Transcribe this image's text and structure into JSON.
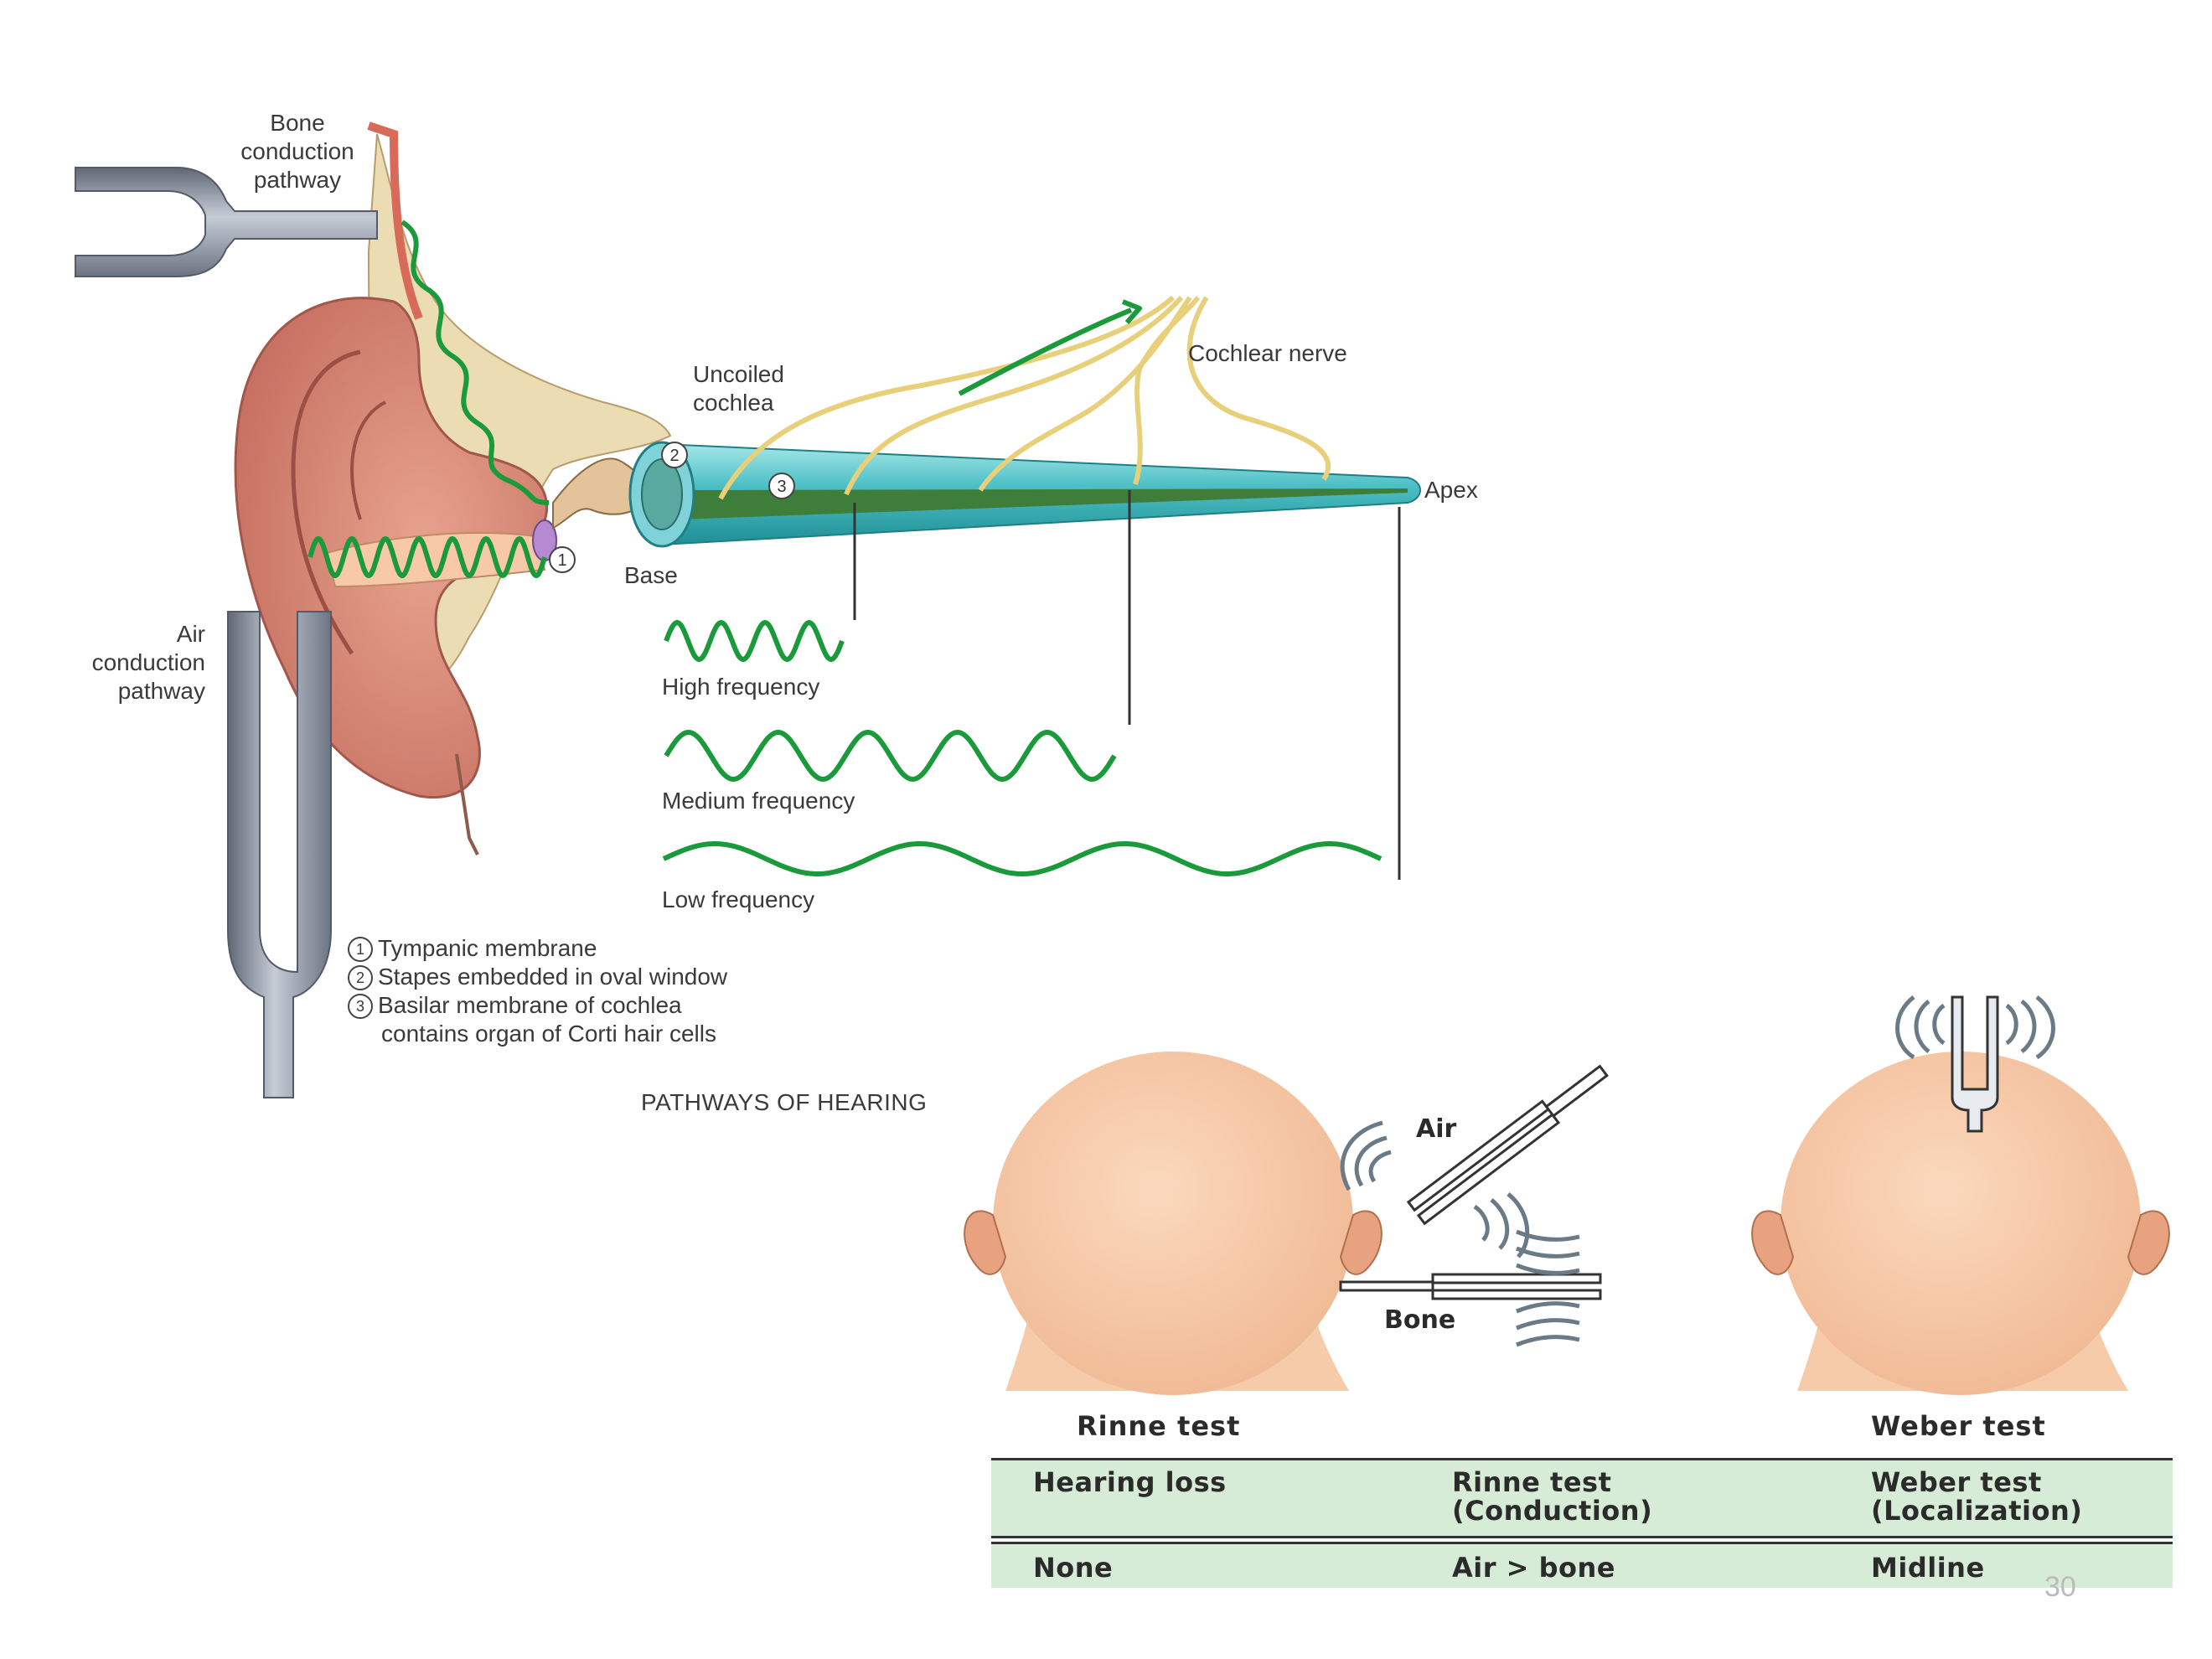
{
  "diagram": {
    "labels": {
      "bone_conduction": "Bone\nconduction\npathway",
      "air_conduction": "Air\nconduction\npathway",
      "uncoiled_cochlea": "Uncoiled\ncochlea",
      "cochlear_nerve": "Cochlear nerve",
      "apex": "Apex",
      "base": "Base",
      "high_frequency": "High frequency",
      "medium_frequency": "Medium frequency",
      "low_frequency": "Low frequency",
      "marker_1": "1",
      "marker_2": "2",
      "marker_3": "3"
    },
    "legend": [
      {
        "num": "1",
        "text": "Tympanic membrane"
      },
      {
        "num": "2",
        "text": "Stapes embedded in oval window"
      },
      {
        "num": "3",
        "text": "Basilar membrane of cochlea",
        "continuation": "contains organ of Corti hair cells"
      }
    ],
    "caption": "PATHWAYS OF HEARING"
  },
  "tests": {
    "rinne_title": "Rinne test",
    "weber_title": "Weber test",
    "air_label": "Air",
    "bone_label": "Bone"
  },
  "table": {
    "headers": [
      "Hearing loss",
      "Rinne test\n(Conduction)",
      "Weber test\n(Localization)"
    ],
    "rows": [
      [
        "None",
        "Air > bone",
        "Midline"
      ]
    ]
  },
  "colors": {
    "wave_green": "#1a9a3a",
    "cochlea_teal": "#4fc1c6",
    "skin": "#f3c3a0",
    "table_band": "#d6ecd6",
    "nerve_yellow": "#e8cf7a"
  },
  "page_number": "30"
}
